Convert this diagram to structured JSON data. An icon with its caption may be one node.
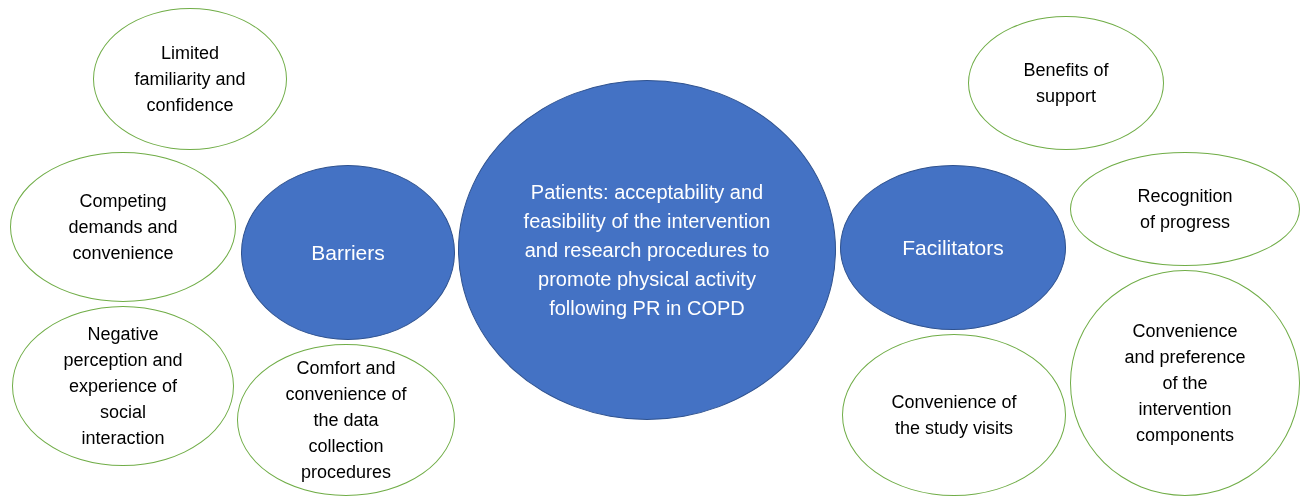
{
  "diagram": {
    "nodes": [
      {
        "text": [
          "Patients: acceptability and feasibility of the intervention and research procedures to promote physical activity following PR in COPD"
        ]
      },
      {
        "text": [
          "Barriers"
        ]
      },
      {
        "text": [
          "Facilitators"
        ]
      },
      {
        "text": [
          "Limited familiarity and confidence"
        ]
      },
      {
        "text": [
          "Competing demands and convenience"
        ]
      },
      {
        "text": [
          "Negative perception and experience of social interaction"
        ]
      },
      {
        "text": [
          "Comfort and convenience of the data collection procedures"
        ]
      },
      {
        "text": [
          "Benefits of support"
        ]
      },
      {
        "text": [
          "Recognition of progress"
        ]
      },
      {
        "text": [
          "Convenience of the study visits"
        ]
      },
      {
        "text": [
          "Convenience and preference of the intervention components"
        ]
      }
    ]
  }
}
